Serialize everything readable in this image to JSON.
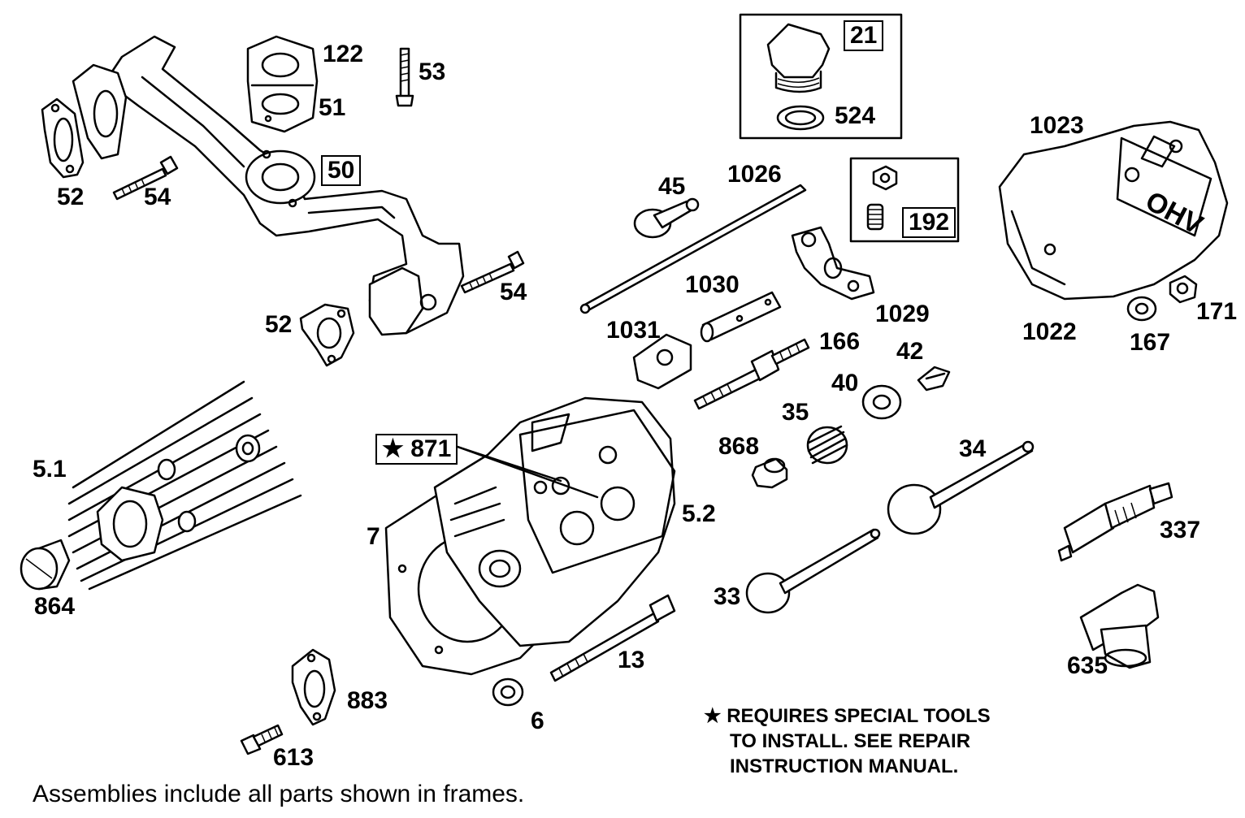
{
  "callouts": {
    "c122": "122",
    "c53": "53",
    "c51": "51",
    "c50": "50",
    "c52a": "52",
    "c54a": "54",
    "c54b": "54",
    "c52b": "52",
    "c21": "21",
    "c524": "524",
    "c1023": "1023",
    "c45": "45",
    "c1026": "1026",
    "c192": "192",
    "c1030": "1030",
    "c1029": "1029",
    "c1031": "1031",
    "c166": "166",
    "c42": "42",
    "c1022": "1022",
    "c167": "167",
    "c171": "171",
    "c40": "40",
    "c35": "35",
    "c871": "871",
    "c868": "868",
    "c34": "34",
    "c51_1": "5.1",
    "c5_2": "5.2",
    "c7": "7",
    "c337": "337",
    "c864": "864",
    "c33": "33",
    "c13": "13",
    "c635": "635",
    "c883": "883",
    "c6": "6",
    "c613": "613"
  },
  "note": {
    "star": "★",
    "line1": "REQUIRES SPECIAL TOOLS",
    "line2": "TO INSTALL.  SEE REPAIR",
    "line3": "INSTRUCTION MANUAL."
  },
  "footer": "Assemblies include all parts shown in frames."
}
